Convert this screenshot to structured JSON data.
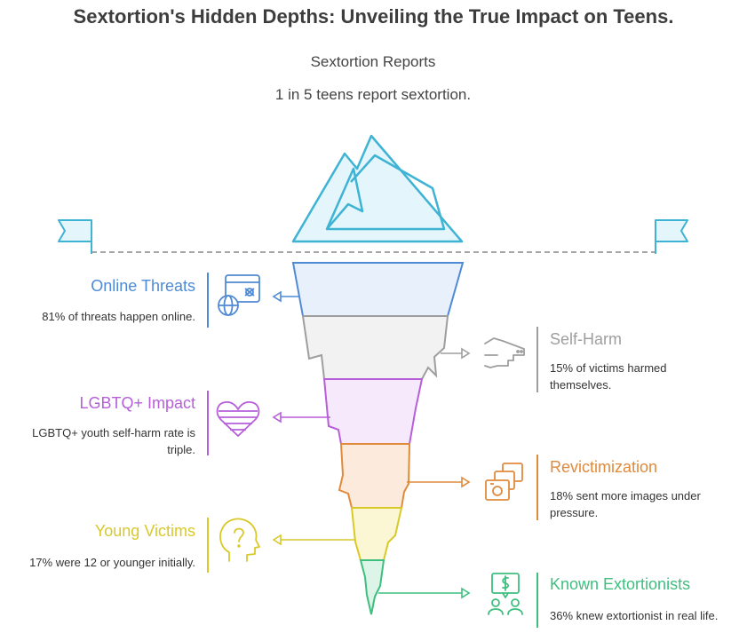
{
  "title": "Sextortion's Hidden Depths: Unveiling the True Impact on Teens.",
  "summit": {
    "label": "Sextortion Reports",
    "description": "1 in 5 teens report sextortion."
  },
  "layers": [
    {
      "title": "Online Threats",
      "description": "81% of threats happen online.",
      "color": "#4f8ad6",
      "fill": "#e8f0fb",
      "icon": "globe-bug-icon",
      "side": "left"
    },
    {
      "title": "Self-Harm",
      "description": "15% of victims harmed themselves.",
      "color": "#9e9e9e",
      "fill": "#f2f2f2",
      "icon": "pointing-hand-icon",
      "side": "right"
    },
    {
      "title": "LGBTQ+ Impact",
      "description": "LGBTQ+ youth self-harm rate is triple.",
      "color": "#b65fd9",
      "fill": "#f6e9fb",
      "icon": "striped-heart-icon",
      "side": "left"
    },
    {
      "title": "Revictimization",
      "description": "18% sent more images under pressure.",
      "color": "#e08a3c",
      "fill": "#fcebdd",
      "icon": "photo-stack-icon",
      "side": "right"
    },
    {
      "title": "Young Victims",
      "description": "17% were 12 or younger initially.",
      "color": "#d9c928",
      "fill": "#fbf7d4",
      "icon": "head-question-icon",
      "side": "left"
    },
    {
      "title": "Known Extortionists",
      "description": "36% knew extortionist in real life.",
      "color": "#3fbf7f",
      "fill": "#ddf4e8",
      "icon": "money-people-icon",
      "side": "right"
    }
  ]
}
